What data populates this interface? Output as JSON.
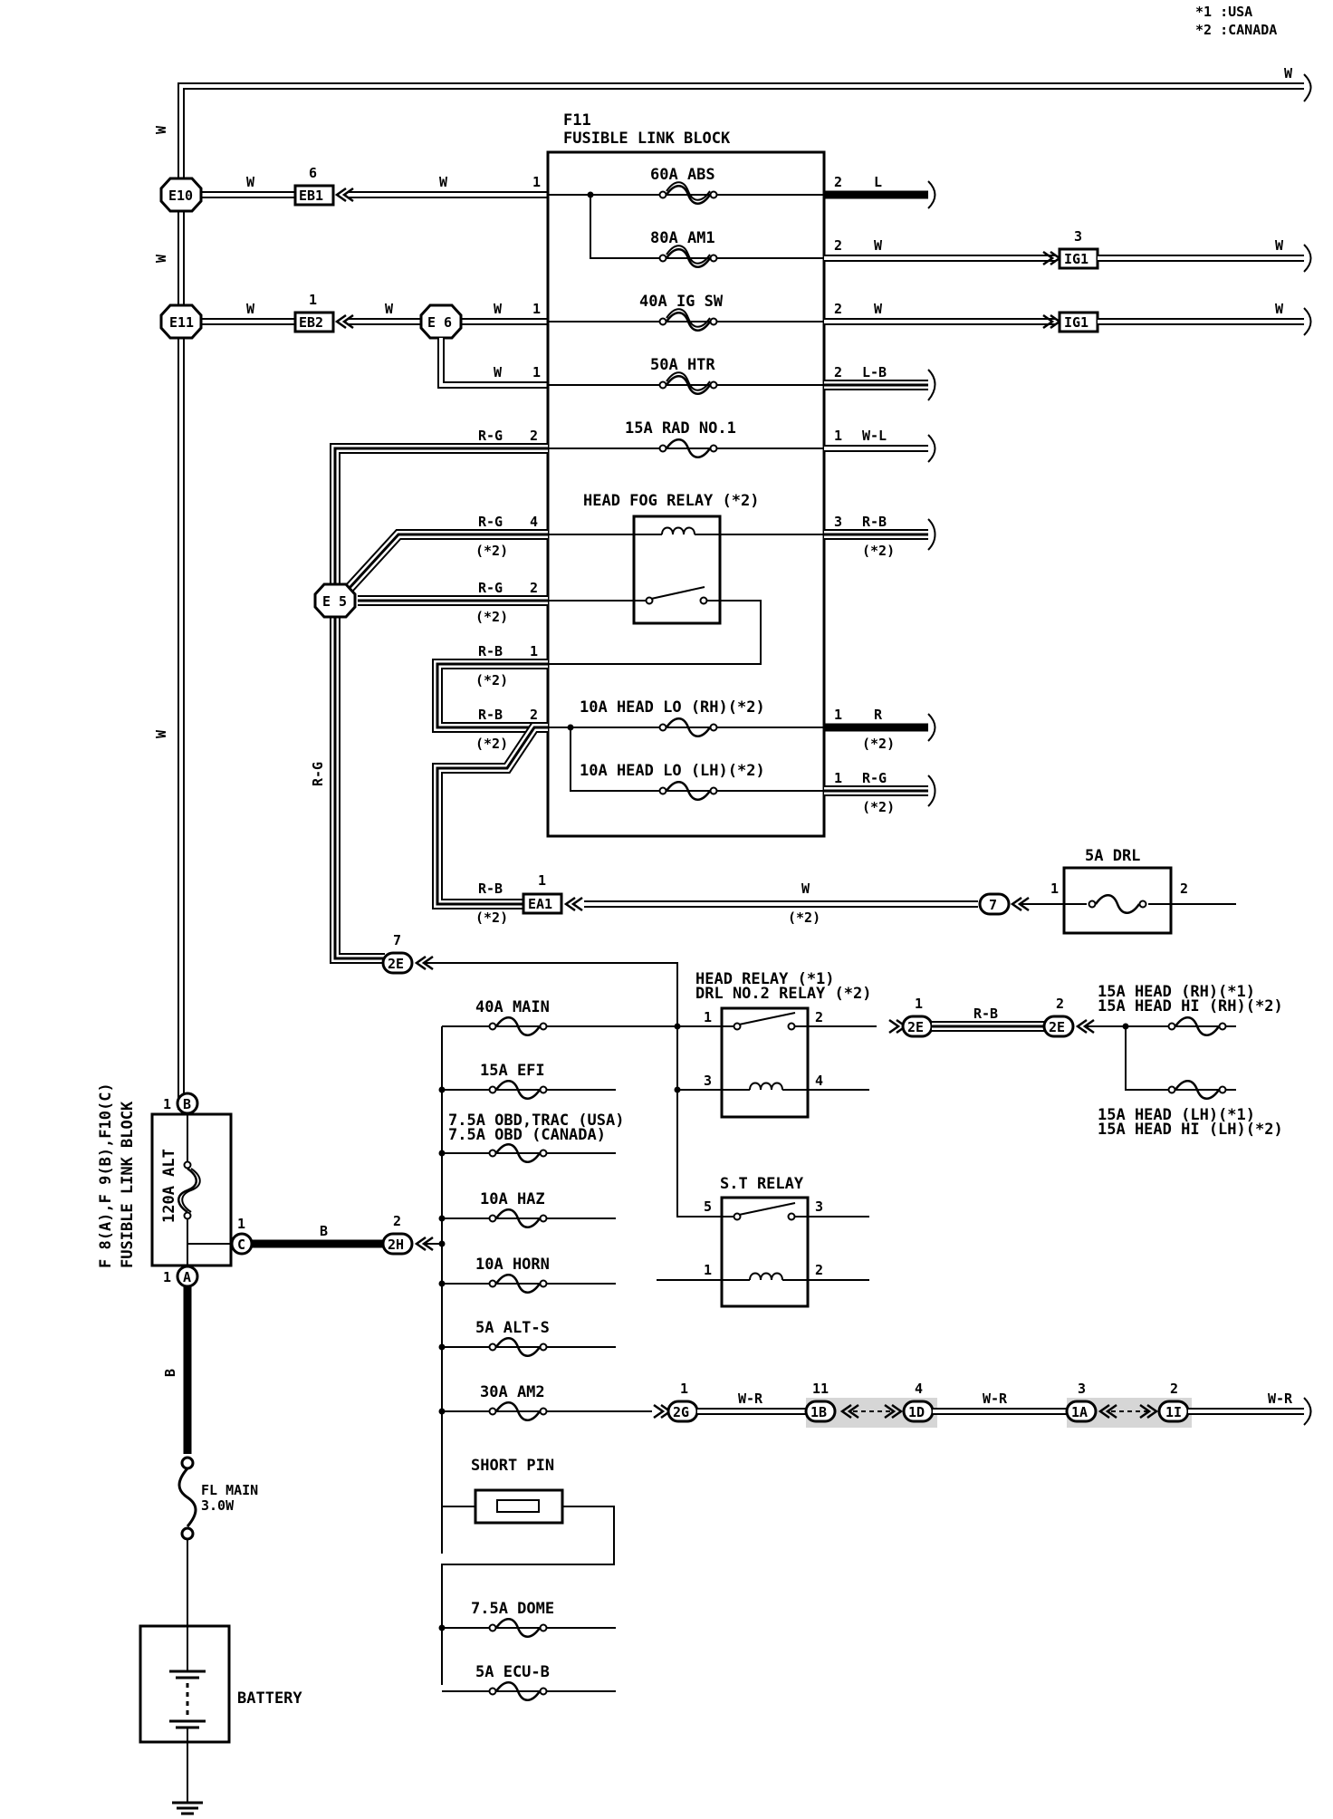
{
  "legend": {
    "note1": "*1 :USA",
    "note2": "*2 :CANADA"
  },
  "block_f11": {
    "id": "F11",
    "name": "FUSIBLE LINK BLOCK",
    "fuses": {
      "abs": "60A ABS",
      "am1": "80A AM1",
      "ig_sw": "40A IG SW",
      "htr": "50A HTR",
      "rad": "15A RAD NO.1",
      "head_lo_rh": "10A HEAD LO (RH)(*2)",
      "head_lo_lh": "10A HEAD LO (LH)(*2)"
    },
    "relay": "HEAD FOG RELAY (*2)"
  },
  "block_fl": {
    "title": "F 8(A),F 9(B),F10(C)",
    "name": "FUSIBLE LINK BLOCK",
    "fuse": "120A ALT",
    "pin_b": "1",
    "pin_c": "1",
    "pin_a": "1",
    "conn_b": "B",
    "conn_c": "C",
    "conn_a": "A"
  },
  "junctions": {
    "e10": "E10",
    "e11": "E11",
    "e6": "E 6",
    "e5": "E 5"
  },
  "connectors": {
    "eb1": "EB1",
    "eb1_pin": "6",
    "eb2": "EB2",
    "eb2_pin": "1",
    "ig1": "IG1",
    "ig1_pin": "3",
    "ea1": "EA1",
    "ea1_pin": "1",
    "c7": "7",
    "c2e": "2E",
    "c2e_pin": "7",
    "c2h": "2H",
    "c2h_pin": "2",
    "c2g": "2G",
    "c2g_pin": "1",
    "c1b": "1B",
    "c1b_pin": "11",
    "c1d": "1D",
    "c1d_pin": "4",
    "c1a": "1A",
    "c1a_pin": "3",
    "c1i": "1I",
    "c1i_pin": "2",
    "c2e_a": "2E",
    "c2e_a_pin": "1",
    "c2e_b": "2E",
    "c2e_b_pin": "2"
  },
  "wires": {
    "w": "W",
    "l": "L",
    "lb": "L-B",
    "wl": "W-L",
    "rg": "R-G",
    "rb": "R-B",
    "r": "R",
    "b": "B",
    "wr": "W-R",
    "star2": "(*2)"
  },
  "pins": {
    "p1": "1",
    "p2": "2",
    "p3": "3",
    "p4": "4",
    "p5": "5"
  },
  "drl_fuse": "5A DRL",
  "head_relay": {
    "line1": "HEAD RELAY (*1)",
    "line2": "DRL NO.2 RELAY (*2)"
  },
  "st_relay": "S.T RELAY",
  "head_rh": {
    "line1": "15A HEAD (RH)(*1)",
    "line2": "15A HEAD HI (RH)(*2)"
  },
  "head_lh": {
    "line1": "15A HEAD (LH)(*1)",
    "line2": "15A HEAD HI (LH)(*2)"
  },
  "fuses_main": {
    "main": "40A MAIN",
    "efi": "15A EFI",
    "obd1": "7.5A OBD,TRAC (USA)",
    "obd2": "7.5A OBD (CANADA)",
    "haz": "10A HAZ",
    "horn": "10A HORN",
    "alts": "5A ALT-S",
    "am2": "30A AM2",
    "short_pin": "SHORT PIN",
    "dome": "7.5A DOME",
    "ecub": "5A ECU-B"
  },
  "fl_main": {
    "line1": "FL MAIN",
    "line2": "3.0W"
  },
  "battery": "BATTERY"
}
